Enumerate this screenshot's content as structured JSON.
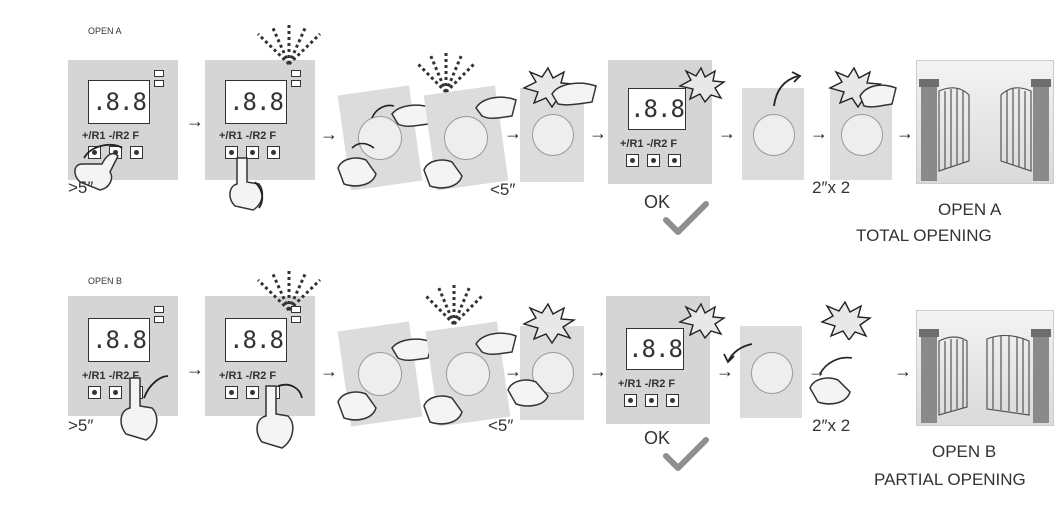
{
  "row_a": {
    "title": "OPEN A",
    "display_text": ".8.8",
    "button_labels": "+/R1 -/R2  F",
    "hold_time": ">5″",
    "release_time": "<5″",
    "ok_label": "OK",
    "repeat_label": "2″x 2",
    "result_line1": "OPEN A",
    "result_line2": "TOTAL OPENING"
  },
  "row_b": {
    "title": "OPEN B",
    "display_text": ".8.8",
    "button_labels": "+/R1 -/R2  F",
    "hold_time": ">5″",
    "release_time": "<5″",
    "ok_label": "OK",
    "repeat_label": "2″x 2",
    "result_line1": "OPEN B",
    "result_line2": "PARTIAL OPENING"
  },
  "icons": [
    "receiver-panel-icon",
    "hand-icon",
    "remote-control-icon",
    "burst-icon",
    "checkmark-icon",
    "gate-icon",
    "arrow-right-icon"
  ],
  "colors": {
    "panel": "#d5d5d5",
    "check": "#8f8f8f",
    "text": "#333333"
  }
}
